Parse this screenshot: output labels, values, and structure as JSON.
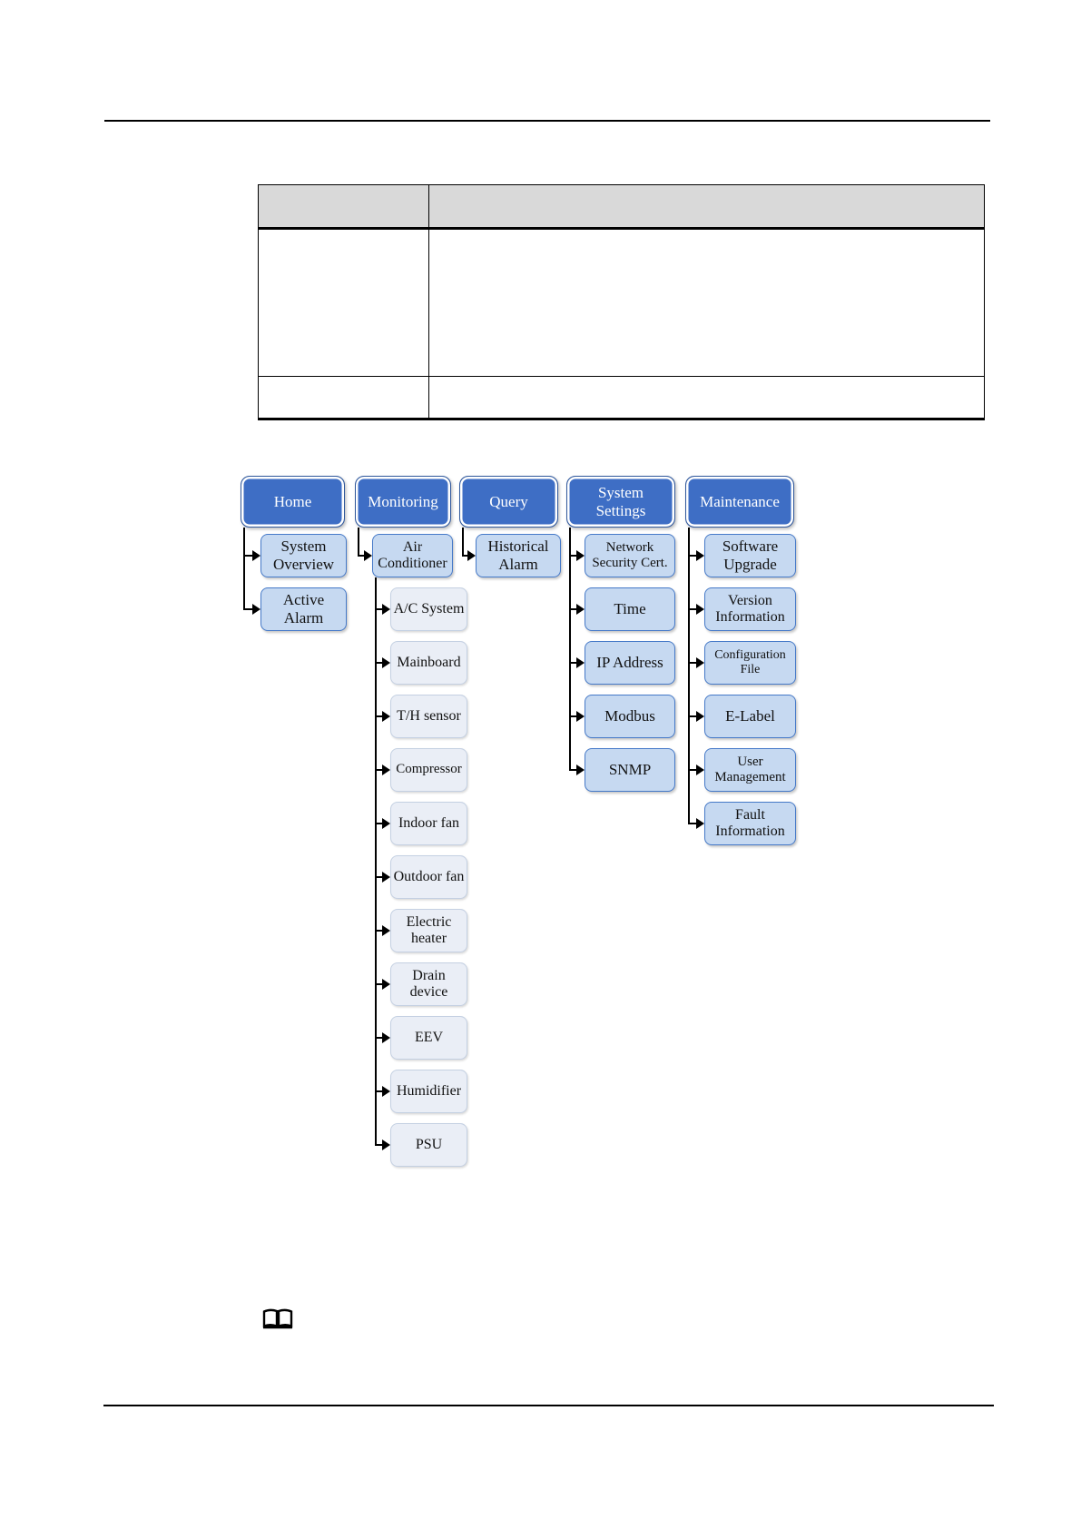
{
  "table": {
    "header": [
      "",
      ""
    ],
    "rows": [
      [
        "",
        ""
      ],
      [
        "",
        ""
      ]
    ]
  },
  "tree": {
    "roots": [
      "Home",
      "Monitoring",
      "Query",
      "System Settings",
      "Maintenance"
    ],
    "home_children": [
      "System Overview",
      "Active Alarm"
    ],
    "monitoring_children": [
      "Air Conditioner"
    ],
    "air_conditioner_children": [
      "A/C System",
      "Mainboard",
      "T/H sensor",
      "Compressor",
      "Indoor fan",
      "Outdoor fan",
      "Electric heater",
      "Drain device",
      "EEV",
      "Humidifier",
      "PSU"
    ],
    "query_children": [
      "Historical Alarm"
    ],
    "system_settings_children": [
      "Network Security Cert.",
      "Time",
      "IP Address",
      "Modbus",
      "SNMP"
    ],
    "maintenance_children": [
      "Software Upgrade",
      "Version Information",
      "Configuration File",
      "E-Label",
      "User Management",
      "Fault Information"
    ]
  },
  "icons": {
    "note": "open-book-icon"
  },
  "colors": {
    "root_box_fill": "#3e6ec5",
    "root_box_border": "#30589c",
    "child_box_fill": "#c6d9f1",
    "child_box_border": "#4579c8",
    "subchild_box_fill": "#eaeef6",
    "subchild_box_border": "#c4d0e2",
    "table_header_bg": "#d9d9d9",
    "connector": "#000000"
  }
}
